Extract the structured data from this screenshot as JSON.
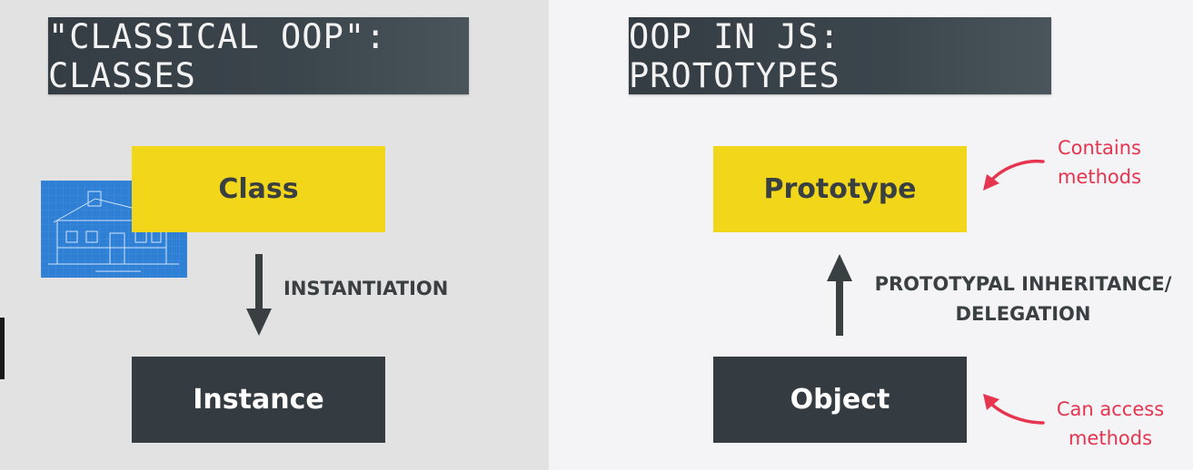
{
  "left": {
    "title": "\"CLASSICAL OOP\": CLASSES",
    "top_box": "Class",
    "bottom_box": "Instance",
    "edge_label": "INSTANTIATION"
  },
  "right": {
    "title": "OOP IN JS: PROTOTYPES",
    "top_box": "Prototype",
    "bottom_box": "Object",
    "edge_label_line1": "PROTOTYPAL INHERITANCE/",
    "edge_label_line2": "DELEGATION",
    "note_top_line1": "Contains",
    "note_top_line2": "methods",
    "note_bottom_line1": "Can access",
    "note_bottom_line2": "methods"
  },
  "colors": {
    "yellow_box": "#f1d61a",
    "dark_box": "#343b41",
    "note_red": "#e5354f",
    "blueprint_blue": "#2f7fd4"
  }
}
